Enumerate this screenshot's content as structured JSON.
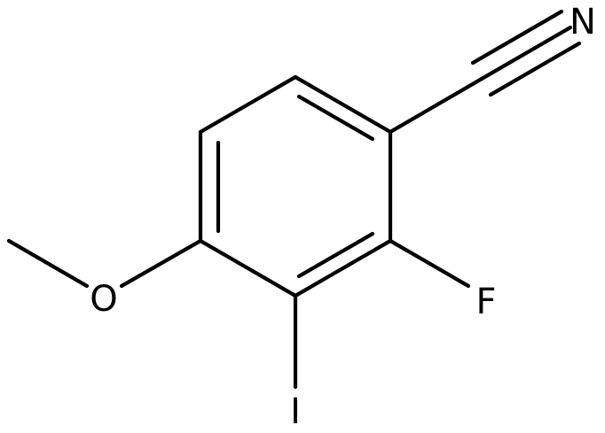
{
  "atoms": {
    "nitrogen": "N",
    "fluorine": "F",
    "iodine": "I",
    "oxygen": "O"
  },
  "colors": {
    "bond": "#000000",
    "label": "#000000",
    "background": "#ffffff"
  }
}
